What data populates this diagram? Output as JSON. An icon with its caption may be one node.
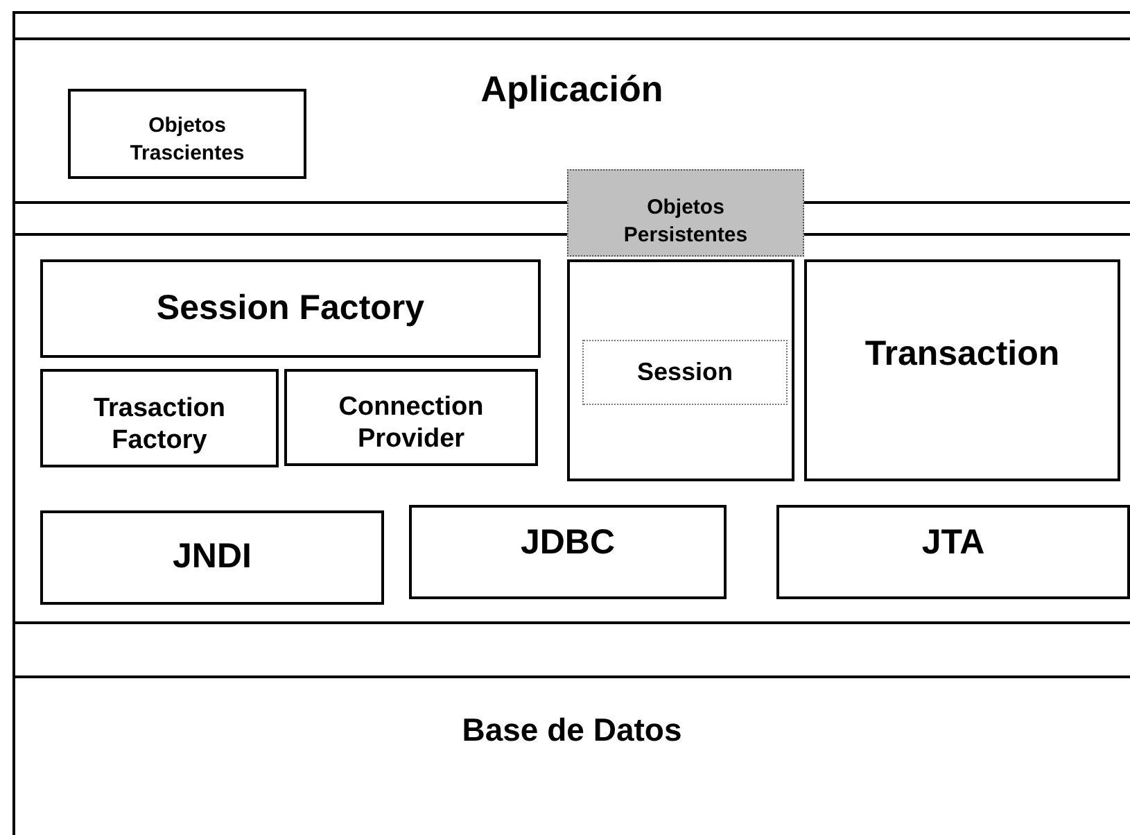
{
  "diagram": {
    "nodes": [
      {
        "text": [
          "Aplicación"
        ]
      },
      {
        "text": [
          "Objetos Trascientes"
        ],
        "in": 0
      },
      {
        "text": [],
        "shape": "box"
      },
      {
        "text": [
          "Objetos Persistentes"
        ]
      },
      {
        "text": [
          "Session Factory"
        ],
        "in": 2
      },
      {
        "text": [
          "Trasaction Factory"
        ],
        "in": 2
      },
      {
        "text": [
          "Connection Provider"
        ],
        "in": 2
      },
      {
        "text": [],
        "shape": "box",
        "in": 2
      },
      {
        "text": [
          "Session"
        ],
        "in": 7
      },
      {
        "text": [
          "Transaction"
        ],
        "in": 2
      },
      {
        "text": [
          "JNDI"
        ],
        "in": 2
      },
      {
        "text": [
          "JDBC"
        ],
        "in": 2
      },
      {
        "text": [
          "JTA"
        ],
        "in": 2
      },
      {
        "text": [
          "Base de Datos"
        ]
      }
    ]
  }
}
